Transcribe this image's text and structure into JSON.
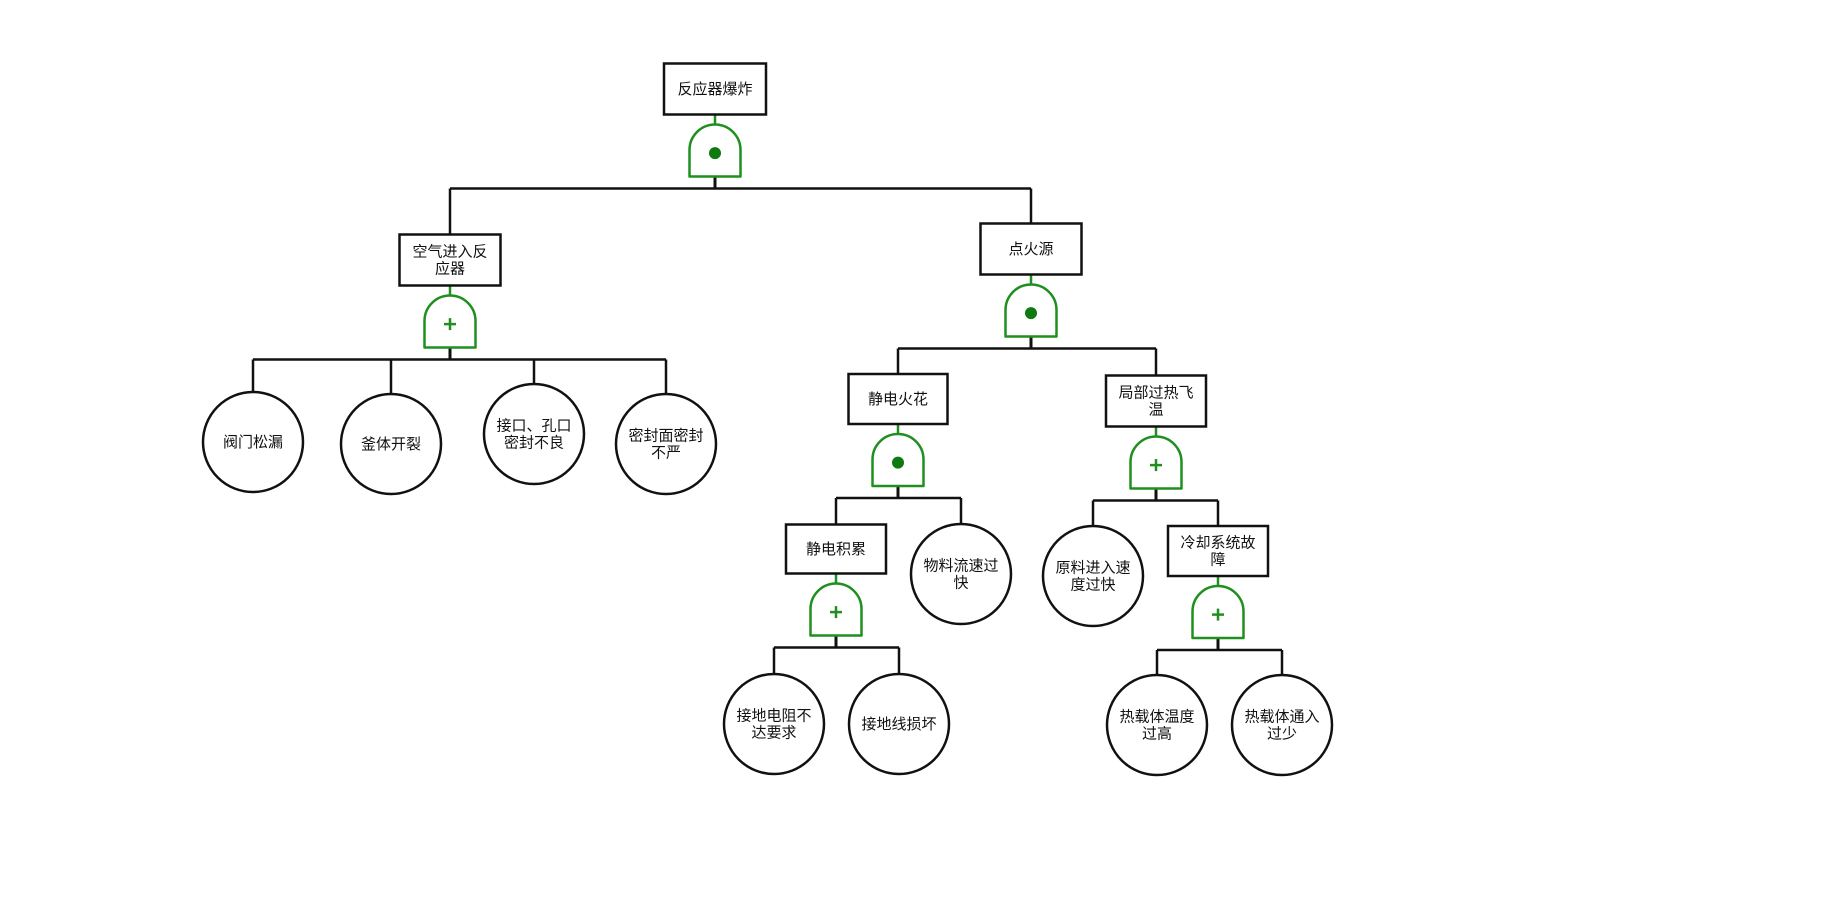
{
  "diagram": {
    "type": "fault-tree",
    "colors": {
      "line": "#111111",
      "gate": "#1f8f1f",
      "background": "#ffffff"
    },
    "nodes": [
      {
        "id": "top",
        "kind": "event-box",
        "lines": [
          "反应器爆炸"
        ],
        "gate": "and"
      },
      {
        "id": "air",
        "kind": "event-box",
        "lines": [
          "空气进入反",
          "应器"
        ],
        "gate": "or",
        "parent": "top"
      },
      {
        "id": "ignition",
        "kind": "event-box",
        "lines": [
          "点火源"
        ],
        "gate": "and",
        "parent": "top"
      },
      {
        "id": "valve",
        "kind": "basic-event",
        "lines": [
          "阀门松漏"
        ],
        "parent": "air"
      },
      {
        "id": "kettle",
        "kind": "basic-event",
        "lines": [
          "釜体开裂"
        ],
        "parent": "air"
      },
      {
        "id": "port",
        "kind": "basic-event",
        "lines": [
          "接口、孔口",
          "密封不良"
        ],
        "parent": "air"
      },
      {
        "id": "seal",
        "kind": "basic-event",
        "lines": [
          "密封面密封",
          "不严"
        ],
        "parent": "air"
      },
      {
        "id": "spark",
        "kind": "event-box",
        "lines": [
          "静电火花"
        ],
        "gate": "and",
        "parent": "ignition"
      },
      {
        "id": "overheat",
        "kind": "event-box",
        "lines": [
          "局部过热飞",
          "温"
        ],
        "gate": "or",
        "parent": "ignition"
      },
      {
        "id": "accum",
        "kind": "event-box",
        "lines": [
          "静电积累"
        ],
        "gate": "or",
        "parent": "spark"
      },
      {
        "id": "flow",
        "kind": "basic-event",
        "lines": [
          "物料流速过",
          "快"
        ],
        "parent": "spark"
      },
      {
        "id": "feed",
        "kind": "basic-event",
        "lines": [
          "原料进入速",
          "度过快"
        ],
        "parent": "overheat"
      },
      {
        "id": "cooling",
        "kind": "event-box",
        "lines": [
          "冷却系统故",
          "障"
        ],
        "gate": "or",
        "parent": "overheat"
      },
      {
        "id": "ground-res",
        "kind": "basic-event",
        "lines": [
          "接地电阻不",
          "达要求"
        ],
        "parent": "accum"
      },
      {
        "id": "ground-wire",
        "kind": "basic-event",
        "lines": [
          "接地线损坏"
        ],
        "parent": "accum"
      },
      {
        "id": "carrier-temp",
        "kind": "basic-event",
        "lines": [
          "热载体温度",
          "过高"
        ],
        "parent": "cooling"
      },
      {
        "id": "carrier-flow",
        "kind": "basic-event",
        "lines": [
          "热载体通入",
          "过少"
        ],
        "parent": "cooling"
      }
    ]
  }
}
